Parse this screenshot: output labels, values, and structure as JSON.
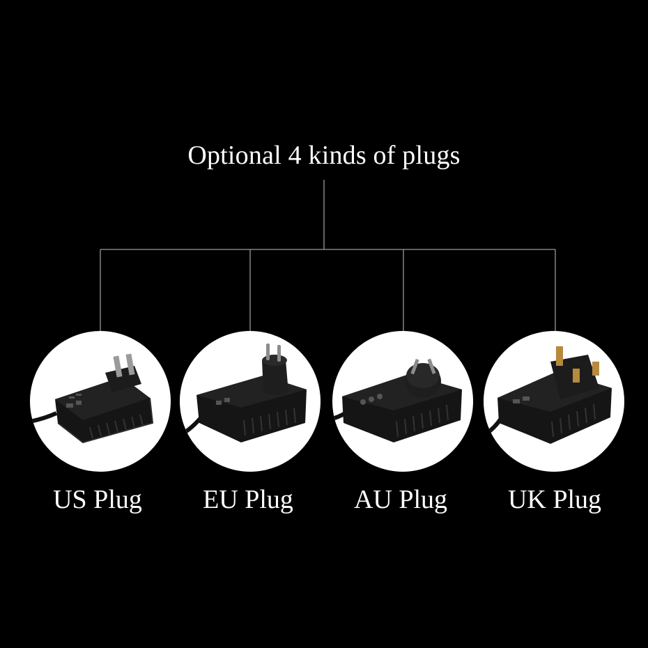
{
  "title": "Optional 4 kinds of plugs",
  "colors": {
    "background": "#000000",
    "text": "#ffffff",
    "connector": "#9a9a9a",
    "circle": "#ffffff",
    "adapter_body": "#141414",
    "uk_pins": "#b8893e"
  },
  "plugs": [
    {
      "label": "US Plug",
      "icon": "us-plug-adapter-icon"
    },
    {
      "label": "EU Plug",
      "icon": "eu-plug-adapter-icon"
    },
    {
      "label": "AU Plug",
      "icon": "au-plug-adapter-icon"
    },
    {
      "label": "UK Plug",
      "icon": "uk-plug-adapter-icon"
    }
  ]
}
